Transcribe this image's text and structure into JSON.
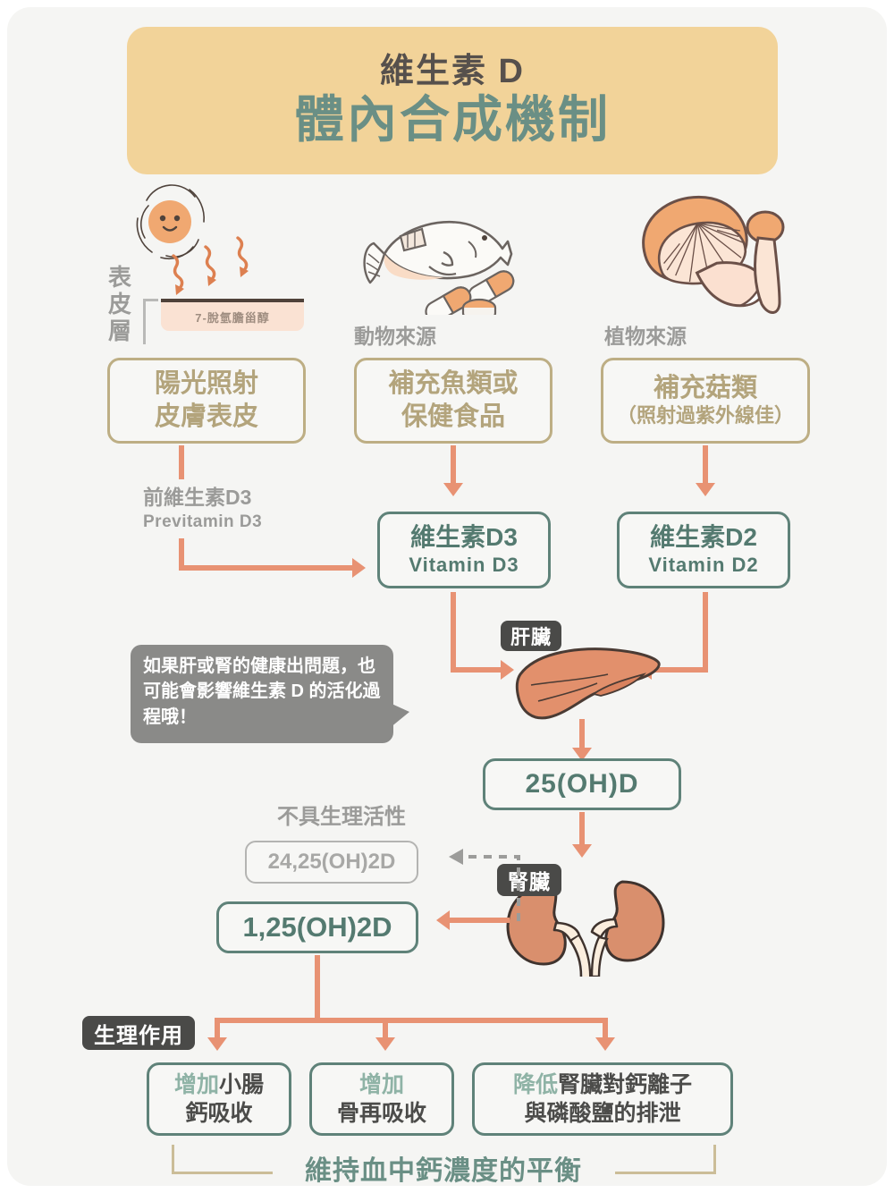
{
  "title": {
    "line1": "維生素 D",
    "line2": "體內合成機制"
  },
  "skin": {
    "epidermis_label": "表皮層",
    "dhc_label": "7-脫氫膽甾醇",
    "sun_icon": "sun-with-face-icon",
    "uv_icon": "uv-ray-icon"
  },
  "sources": {
    "animal_label": "動物來源",
    "plant_label": "植物來源",
    "fish_icon": "fish-icon",
    "pill_icon": "capsule-pill-icon",
    "mushroom_icon": "mushroom-icon"
  },
  "input_boxes": [
    {
      "line1": "陽光照射",
      "line2": "皮膚表皮"
    },
    {
      "line1": "補充魚類或",
      "line2": "保健食品"
    },
    {
      "line1": "補充菇類",
      "line2": "（照射過紫外線佳）"
    }
  ],
  "previtamin": {
    "zh": "前維生素D3",
    "en": "Previtamin D3"
  },
  "vitamin_boxes": [
    {
      "zh": "維生素D3",
      "en": "Vitamin D3"
    },
    {
      "zh": "維生素D2",
      "en": "Vitamin D2"
    }
  ],
  "organs": {
    "liver_badge": "肝臟",
    "kidney_badge": "腎臟",
    "liver_icon": "liver-icon",
    "kidney_icon": "kidneys-icon"
  },
  "speech_bubble": {
    "text": "如果肝或腎的健康出問題，也可能會影響維生素 D 的活化過程哦！"
  },
  "metabolites": {
    "hydroxy25": "25(OH)D",
    "inactive_label": "不具生理活性",
    "inactive_value": "24,25(OH)2D",
    "active_value": "1,25(OH)2D"
  },
  "effects": {
    "badge": "生理作用",
    "items": [
      {
        "accent": "增加",
        "rest": "小腸",
        "line2": "鈣吸收"
      },
      {
        "accent": "增加",
        "rest": "",
        "line2": "骨再吸收"
      },
      {
        "accent": "降低",
        "rest": "腎臟對鈣離子",
        "line2": "與磷酸鹽的排泄"
      }
    ],
    "summary": "維持血中鈣濃度的平衡"
  },
  "colors": {
    "banner": "#f2d399",
    "title_dark": "#56504c",
    "title_teal": "#6a8f85",
    "khaki": "#b3a47c",
    "teal": "#547a70",
    "orange": "#e89273",
    "gray": "#9b9b99",
    "badge_dark": "#4a4a48",
    "canvas": "#f5f5f3"
  }
}
